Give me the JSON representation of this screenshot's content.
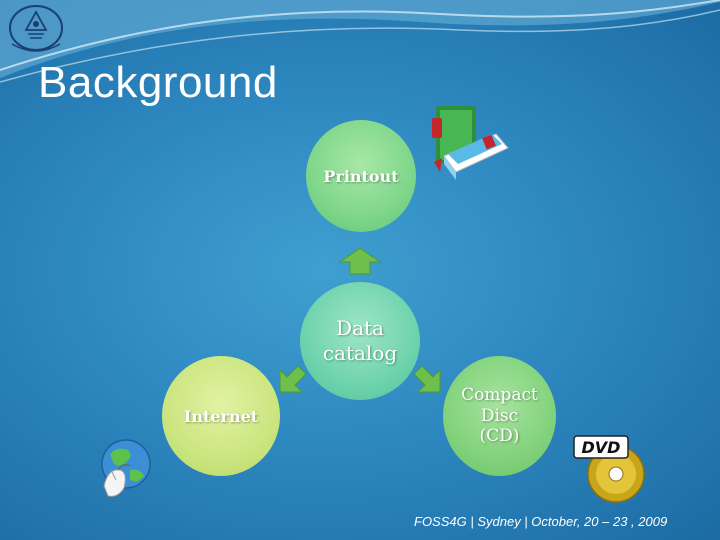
{
  "slide": {
    "title": "Background",
    "footer": "FOSS4G | Sydney | October, 20 – 23 , 2009"
  },
  "diagram": {
    "center": {
      "label_line1": "Data",
      "label_line2": "catalog"
    },
    "nodes": {
      "printout": {
        "label": "Printout",
        "icon": "books-icon"
      },
      "internet": {
        "label": "Internet",
        "icon": "globe-mouse-icon"
      },
      "cd": {
        "label_line1": "Compact",
        "label_line2": "Disc",
        "label_line3": "(CD)",
        "icon": "dvd-icon"
      }
    }
  },
  "colors": {
    "background": "#2e88c0",
    "arrow": "#6ebf4b",
    "printout_circle": "#7fd68a",
    "center_circle": "#6fd3ad",
    "internet_circle": "#cbe57f",
    "cd_circle": "#82d27c"
  },
  "icons": [
    "university-logo-icon",
    "books-icon",
    "globe-mouse-icon",
    "dvd-icon"
  ]
}
